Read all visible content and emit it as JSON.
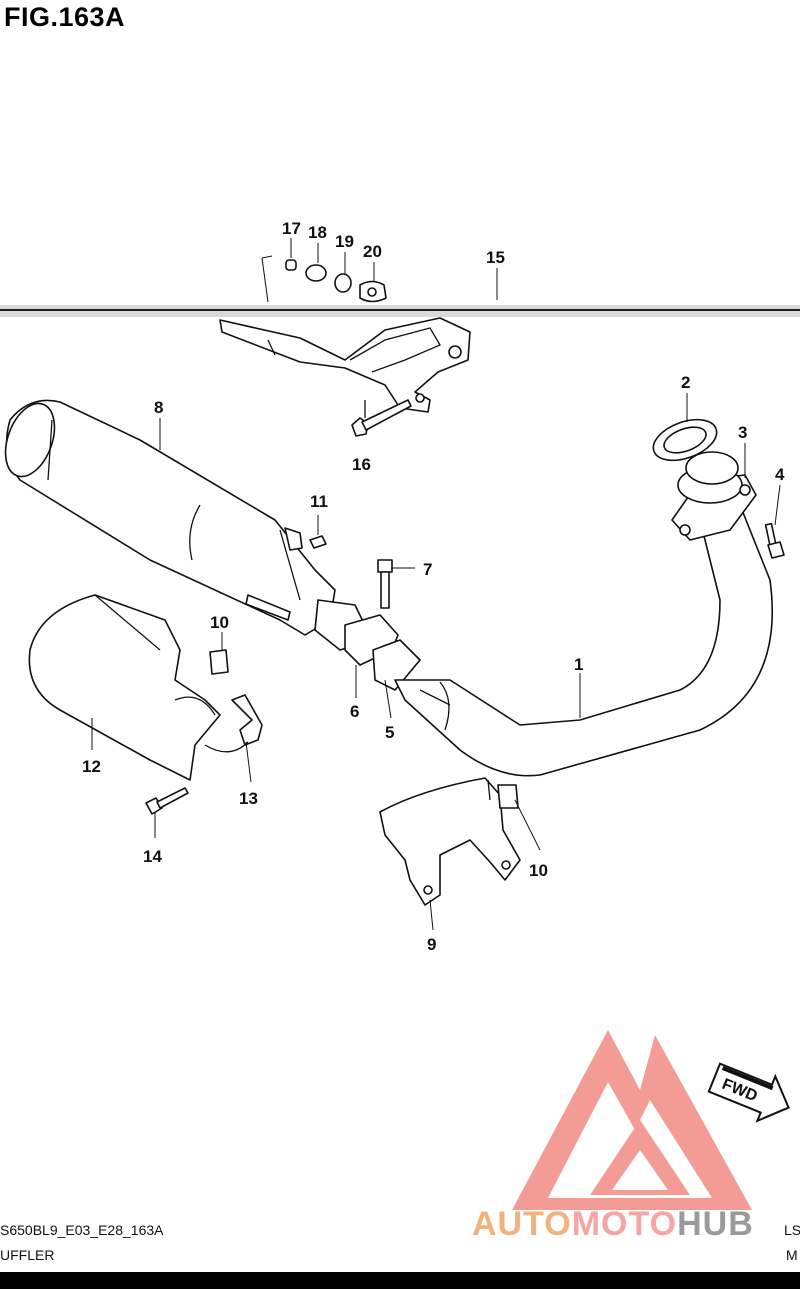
{
  "figure": {
    "title": "FIG.163A"
  },
  "callouts": [
    "17",
    "18",
    "19",
    "20",
    "15",
    "2",
    "3",
    "4",
    "8",
    "16",
    "11",
    "7",
    "10",
    "1",
    "6",
    "5",
    "12",
    "13",
    "14",
    "10",
    "9"
  ],
  "fwd_label": "FWD",
  "footer": {
    "code_left": "S650BL9_E03_E28_163A",
    "name_left": "UFFLER",
    "code_right": "LS",
    "name_right": "M"
  },
  "watermark": {
    "part1": "AUTO",
    "part2": "MOTO",
    "part3": "HUB"
  },
  "colors": {
    "watermark_orange": "#f3b27c",
    "watermark_red": "#f07a72",
    "watermark_gray": "#9a9a9a"
  }
}
